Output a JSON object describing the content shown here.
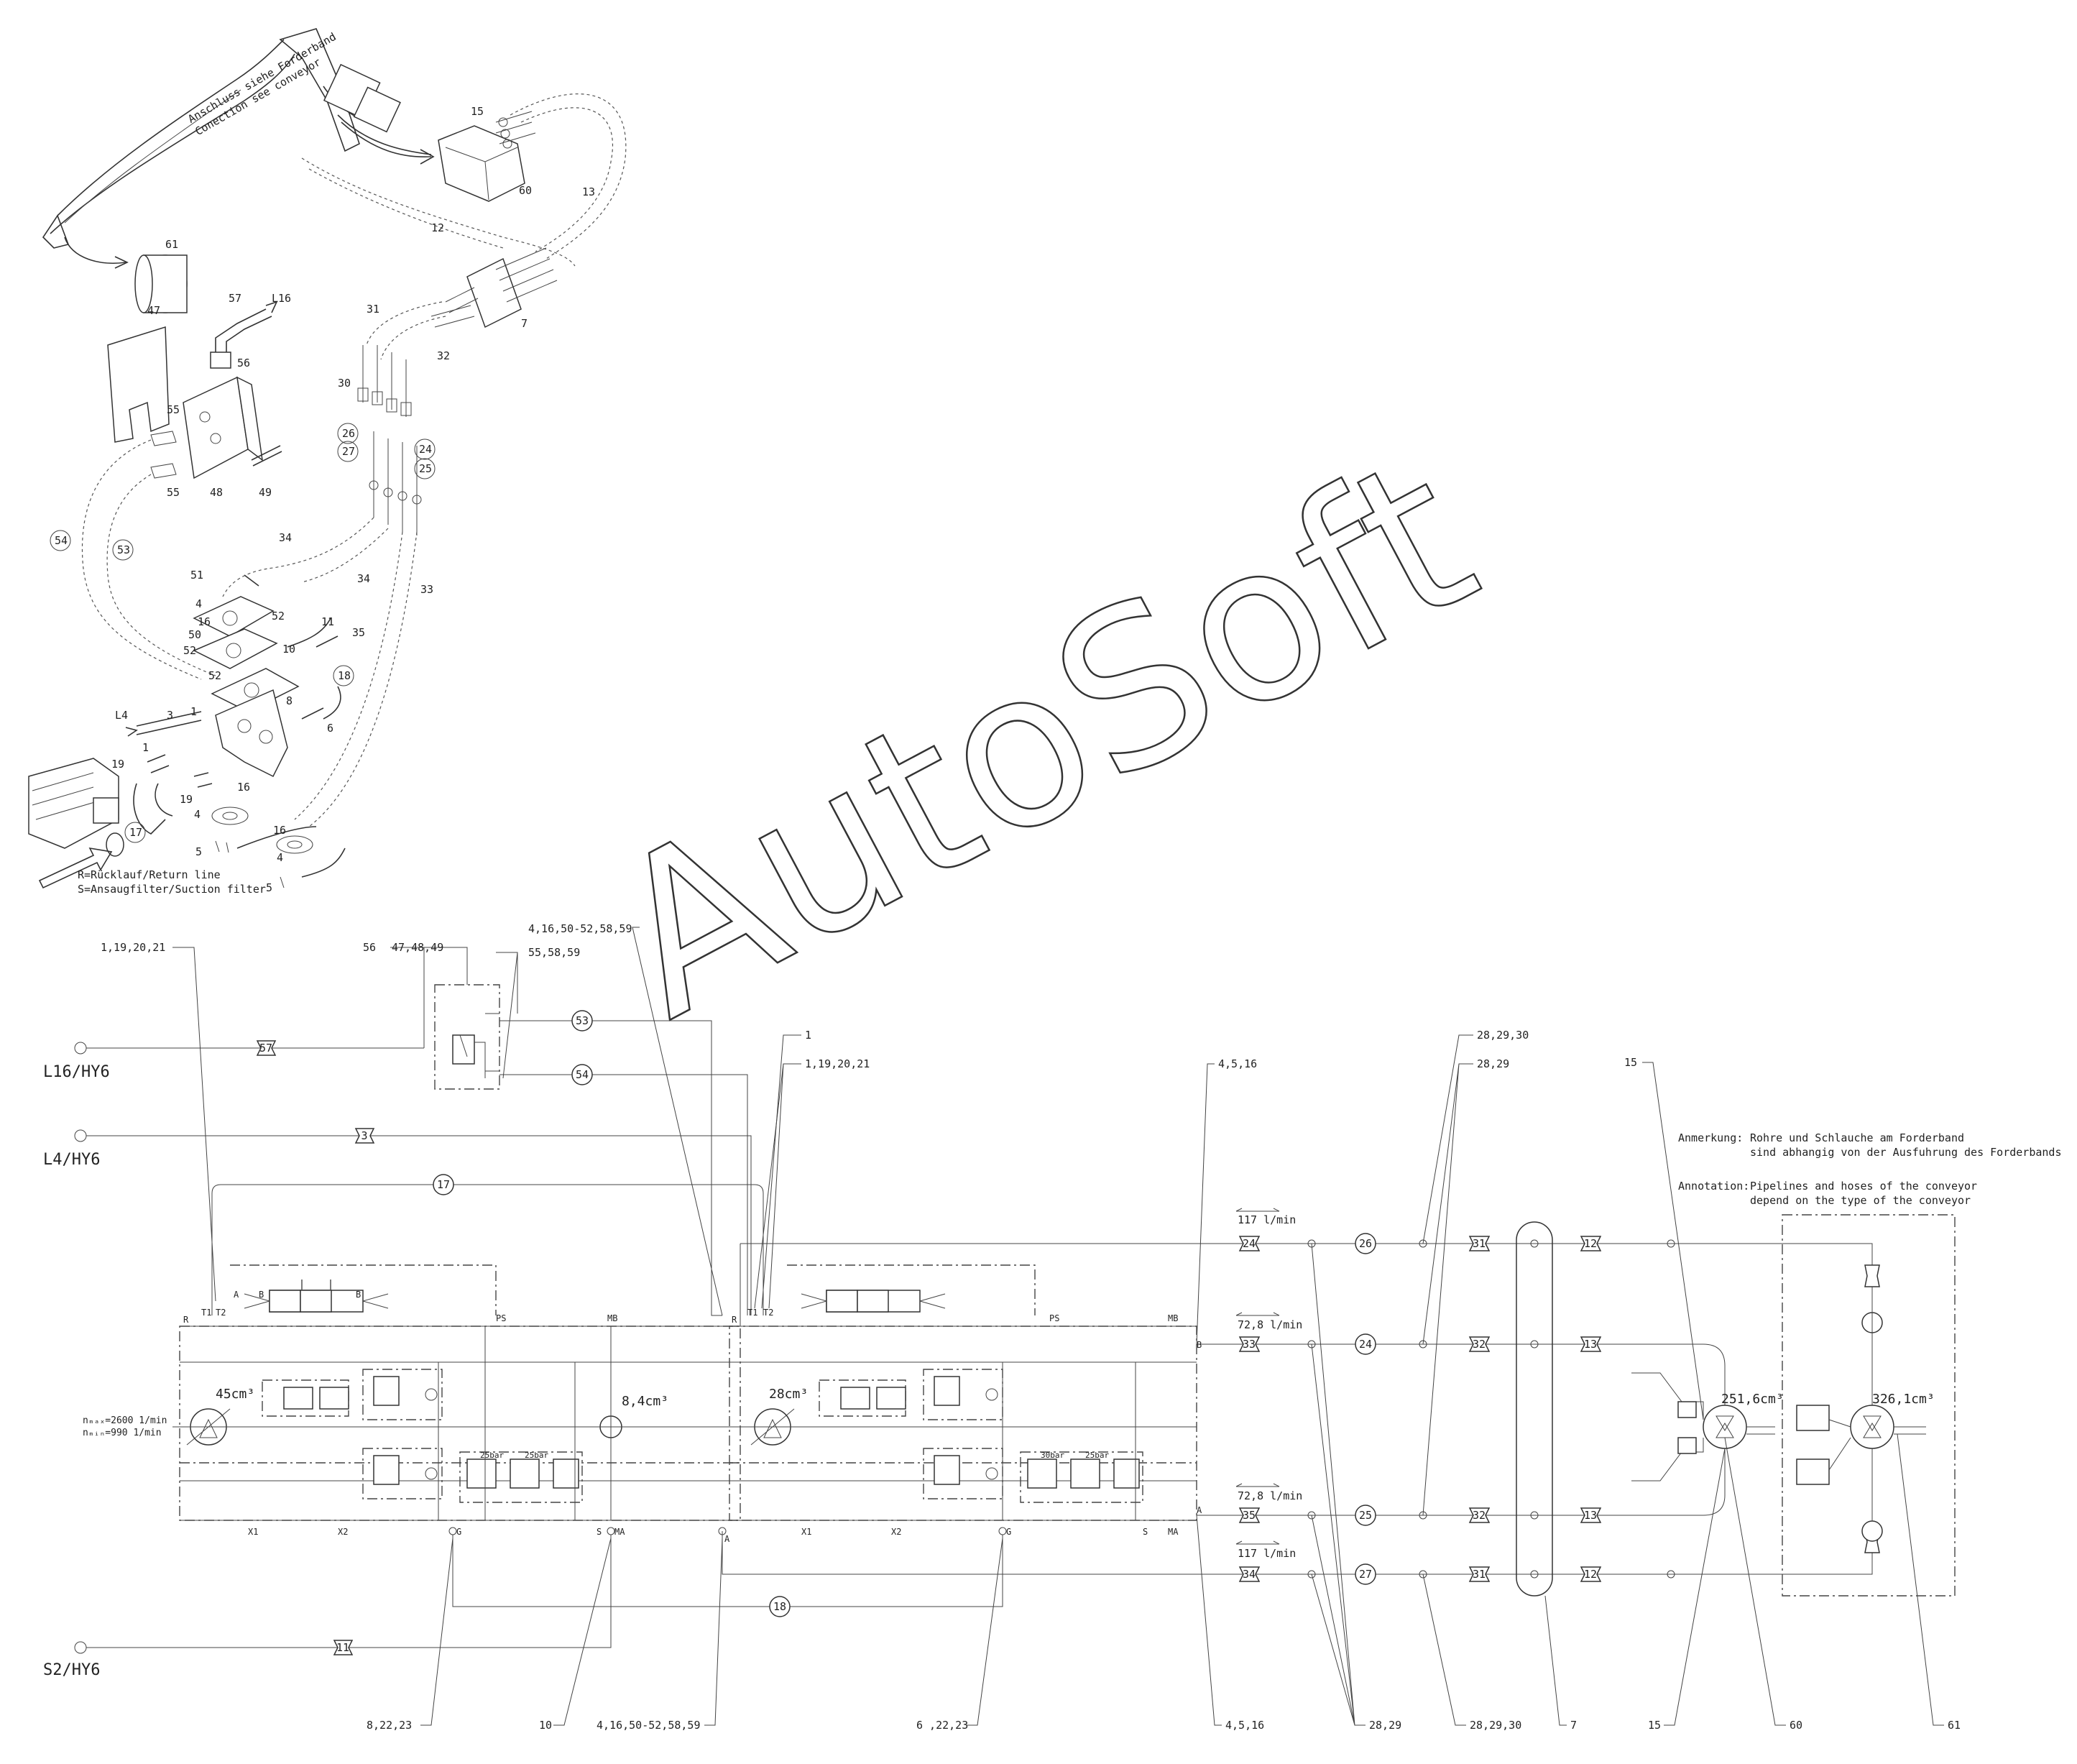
{
  "watermark": "AutoSoft",
  "exploded_view": {
    "conveyor_note": [
      "Anschluss siehe Forderband",
      "Conection see conveyor"
    ],
    "legend": [
      "R=Rücklauf/Return line",
      "S=Ansaugfilter/Suction filter"
    ],
    "callouts": {
      "c1": "15",
      "c2": "60",
      "c3": "13",
      "c4": "12",
      "c5": "61",
      "c6": "7",
      "c7": "57",
      "c8": "L16",
      "c9": "47",
      "c10": "56",
      "c11": "31",
      "c12": "32",
      "c13": "30",
      "c14": "55",
      "c15": "55",
      "c16": "48",
      "c17": "49",
      "c18": "26",
      "c19": "27",
      "c20": "24",
      "c21": "25",
      "c22": "54",
      "c23": "53",
      "c24": "34",
      "c25": "34",
      "c26": "33",
      "c27": "35",
      "c28": "51",
      "c29": "4",
      "c30": "16",
      "c31": "52",
      "c32": "11",
      "c33": "50",
      "c34": "10",
      "c35": "52",
      "c36": "52",
      "c37": "18",
      "c38": "8",
      "c39": "6",
      "c40": "L4",
      "c41": "3",
      "c42": "1",
      "c43": "1",
      "c44": "19",
      "c45": "19",
      "c46": "16",
      "c47": "17",
      "c48": "4",
      "c49": "16",
      "c50": "5",
      "c51": "4",
      "c52": "5"
    }
  },
  "schematic": {
    "ports": {
      "l16": "L16/HY6",
      "l4": "L4/HY6",
      "s2": "S2/HY6"
    },
    "top_callouts": {
      "t1": "1,19,20,21",
      "t2": "56",
      "t3": "47,48,49",
      "t4": "4,16,50-52,58,59",
      "t5": "55,58,59",
      "t6": "1",
      "t7": "1,19,20,21",
      "t8": "4,5,16",
      "t9": "28,29,30",
      "t10": "28,29",
      "t11": "15"
    },
    "bottom_callouts": {
      "b1": "8,22,23",
      "b2": "10",
      "b3": "4,16,50-52,58,59",
      "b4": "6 ,22,23",
      "b5": "4,5,16",
      "b6": "28,29",
      "b7": "28,29,30",
      "b8": "7",
      "b9": "15",
      "b10": "60",
      "b11": "61"
    },
    "line_tags": {
      "h57": "57",
      "h53": "53",
      "h54": "54",
      "h3": "3",
      "h17": "17",
      "h18": "18",
      "h11": "11",
      "r1a": "24",
      "r1b": "26",
      "r1c": "31",
      "r1d": "12",
      "r2a": "33",
      "r2b": "24",
      "r2c": "32",
      "r2d": "13",
      "r3a": "35",
      "r3b": "25",
      "r3c": "32",
      "r3d": "13",
      "r4a": "34",
      "r4b": "27",
      "r4c": "31",
      "r4d": "12"
    },
    "flows": {
      "f1": "117 l/min",
      "f2": "72,8 l/min",
      "f3": "72,8 l/min",
      "f4": "117 l/min"
    },
    "displacements": {
      "pump1": "45cm³",
      "pump_aux": "8,4cm³",
      "pump2": "28cm³",
      "motor1": "251,6cm³",
      "motor2": "326,1cm³"
    },
    "speeds": {
      "nmax": "nₘₐₓ=2600 1/min",
      "nmin": "nₘᵢₙ=990 1/min"
    },
    "pressures": {
      "p1": "25bar",
      "p2": "25bar",
      "p3": "30bar",
      "p4": "25bar"
    },
    "port_labels": {
      "ta": "R",
      "tb": "T1",
      "tc": "T2",
      "td": "PS",
      "te": "MB",
      "tf": "B",
      "tg": "A",
      "th": "B",
      "ti": "R",
      "tj": "T1",
      "tk": "T2",
      "tl": "PS",
      "tm": "MB",
      "tn": "B",
      "ba": "X1",
      "bb": "X2",
      "bc": "G",
      "bd": "S",
      "be": "MA",
      "bf": "A",
      "bg": "X1",
      "bh": "X2",
      "bi": "G",
      "bj": "S",
      "bk": "MA",
      "bl": "A"
    },
    "note": {
      "anm_label": "Anmerkung:",
      "anm_line1": "Rohre und Schlauche am Forderband",
      "anm_line2": "sind abhangig von der Ausfuhrung des Forderbands",
      "ann_label": "Annotation:",
      "ann_line1": "Pipelines and hoses of the conveyor",
      "ann_line2": "depend on the type of the conveyor"
    }
  }
}
